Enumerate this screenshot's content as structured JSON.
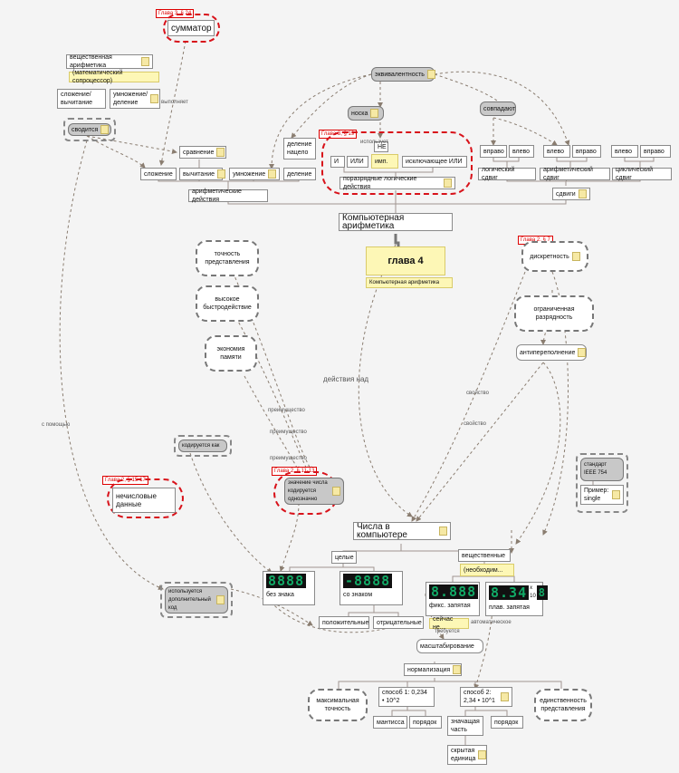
{
  "tags": {
    "adder": "Глава 3, § 24",
    "logic": "Глава 3, § 19",
    "discrete": "Глава 2, § 7",
    "nonnum": "Глава 2, § 15-17",
    "meaning": "Глава 2, § 11-13"
  },
  "nodes": {
    "adder": "сумматор",
    "real_arith": "вещественная арифметика",
    "math_coproc": "(математический сопроцессор)",
    "add_sub": "сложение/ вычитание",
    "mul_div": "умножение/ деление",
    "converge": "сводится",
    "equivalence": "эквивалентность",
    "negation": "носка",
    "not": "НЕ",
    "and": "И",
    "or": "ИЛИ",
    "impl": "имп.",
    "xor": "исключающее ИЛИ",
    "bitwise": "поразрядные логические действия",
    "coincide": "совпадают",
    "right1": "вправо",
    "left1": "влево",
    "left2": "влево",
    "right2": "вправо",
    "left3": "влево",
    "right3": "вправо",
    "logic_shift": "логический сдвиг",
    "arith_shift": "арифметический сдвиг",
    "cyclic_shift": "циклический сдвиг",
    "shifts": "сдвиги",
    "compare": "сравнение",
    "int_div": "деление нацело",
    "addition": "сложение",
    "subtraction": "вычитание",
    "multiplication": "умножение",
    "division": "деление",
    "arith_actions": "арифметические действия",
    "comp_arith": "Компьютерная арифметика",
    "chapter4": "глава 4",
    "chapter4_note": "Компьютерная арифметика",
    "precision": "точность представления",
    "speed": "высокое быстродействие",
    "memory": "экономия памяти",
    "discreteness": "дискретность",
    "limited": "ограниченная разрядность",
    "overflow": "антипереполнение",
    "encoded_as": "кодируется как",
    "nonnumeric": "нечисловые данные",
    "number_meaning": "значение числа кодируется однозначно",
    "numbers": "Числа в компьютере",
    "standard": "стандарт IEEE 754",
    "example": "Пример: single",
    "integers": "целые",
    "reals": "вещественные",
    "necessity": "(необходим...",
    "unsigned": "без знака",
    "signed": "со знаком",
    "addcode": "используется дополнительный код",
    "positive": "положительные",
    "negative": "отрицательные",
    "fixed": "фикс. запятая",
    "floating": "плав. запятая",
    "now_not": "сейчас не...",
    "scaling": "масштабирование",
    "normalization": "нормализация",
    "max_precision": "максимальная точность",
    "way1": "способ 1: 0,234 • 10^2",
    "way2": "способ 2: 2,34 • 10^1",
    "uniqueness": "единственность представления",
    "mantissa": "мантисса",
    "order1": "порядок",
    "sig_part": "значащая часть",
    "order2": "порядок",
    "hidden_unit": "скрытая единица"
  },
  "displays": {
    "unsigned": "8888",
    "signed": "-8888",
    "fixed": "8.888",
    "floating": "8.34",
    "floating_exp": "x 10",
    "floating_exp_digit": "8"
  },
  "edge_labels": {
    "performs": "выполняет",
    "uses": "использует",
    "actions_on": "действия над",
    "advantage1": "преимущество",
    "advantage2": "преимущество",
    "advantage3": "преимущество",
    "property1": "свойство",
    "property2": "свойство",
    "with_help": "с помощью",
    "requires": "требуется",
    "automatic": "автоматическое"
  },
  "colors": {
    "accent_red": "#d8121a",
    "yellow": "#fdf7b6",
    "line": "#8a7d70"
  }
}
